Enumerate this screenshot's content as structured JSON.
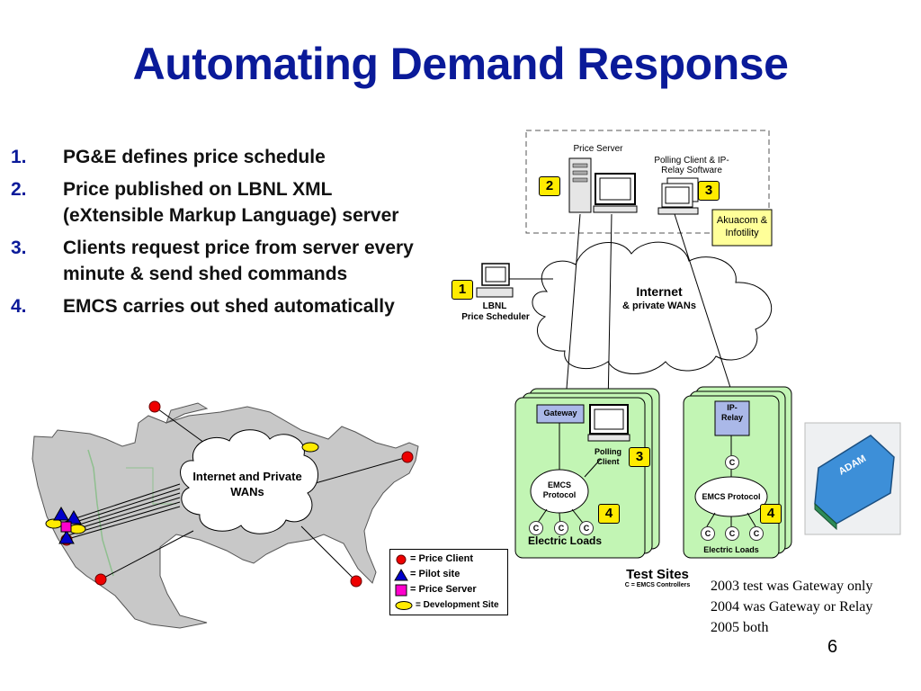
{
  "slide": {
    "title": "Automating Demand Response",
    "page_number": "6"
  },
  "steps": [
    {
      "num": "1.",
      "text": "PG&E defines price schedule"
    },
    {
      "num": "2.",
      "text": "Price published on LBNL XML (eXtensible Markup Language) server"
    },
    {
      "num": "3.",
      "text": "Clients request price from server every minute & send shed commands"
    },
    {
      "num": "4.",
      "text": "EMCS carries out shed automatically"
    }
  ],
  "map": {
    "cloud_label": "Internet and Private WANs"
  },
  "legend": {
    "price_client": "= Price Client",
    "pilot_site": "= Pilot site",
    "price_server": "= Price Server",
    "development_site": "= Development Site"
  },
  "diagram": {
    "price_server_label": "Price Server",
    "polling_client_label": "Polling Client & IP-Relay Software",
    "akuacom_label": "Akuacom & Infotility",
    "internet_label": "Internet",
    "wans_label": "& private WANs",
    "lbnl_label": "LBNL",
    "scheduler_label": "Price Scheduler",
    "gateway_label": "Gateway",
    "polling_client_site_label": "Polling Client",
    "emcs_protocol_left": "EMCS Protocol",
    "electric_loads_left": "Electric Loads",
    "ip_relay_label": "IP- Relay",
    "emcs_protocol_right": "EMCS Protocol",
    "electric_loads_right": "Electric Loads",
    "test_sites_label": "Test Sites",
    "c_legend": "C = EMCS Controllers",
    "c": "C",
    "badges": {
      "one": "1",
      "two": "2",
      "three": "3",
      "four": "4"
    }
  },
  "notes": [
    "2003 test was Gateway only",
    "2004 was Gateway or Relay",
    "2005 both"
  ],
  "colors": {
    "title_blue": "#0a1a99",
    "badge_yellow": "#ffeb00",
    "site_green": "#c2f5b4",
    "map_gray": "#c8c8c8"
  },
  "icons": [
    "computer-icon",
    "server-tower-icon",
    "cloud-icon",
    "adam-module-photo"
  ]
}
